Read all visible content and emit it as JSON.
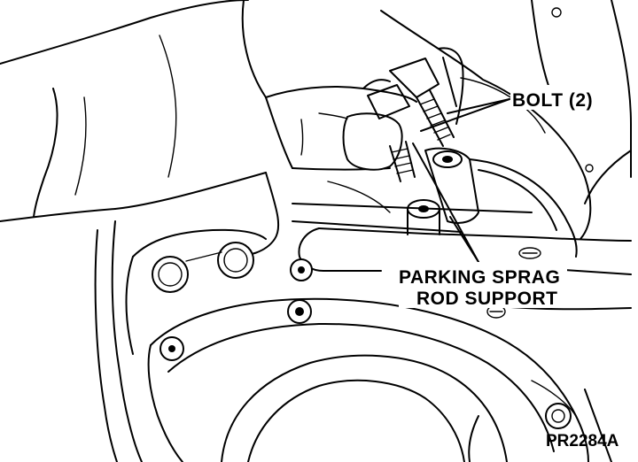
{
  "figure": {
    "figure_id": "PR2284A",
    "callouts": [
      {
        "id": "bolt",
        "lines": [
          "BOLT (2)"
        ]
      },
      {
        "id": "parking-sprag-rod-support",
        "lines": [
          "PARKING SPRAG",
          "ROD SUPPORT"
        ]
      }
    ],
    "colors": {
      "ink": "#000000",
      "paper": "#ffffff"
    }
  }
}
